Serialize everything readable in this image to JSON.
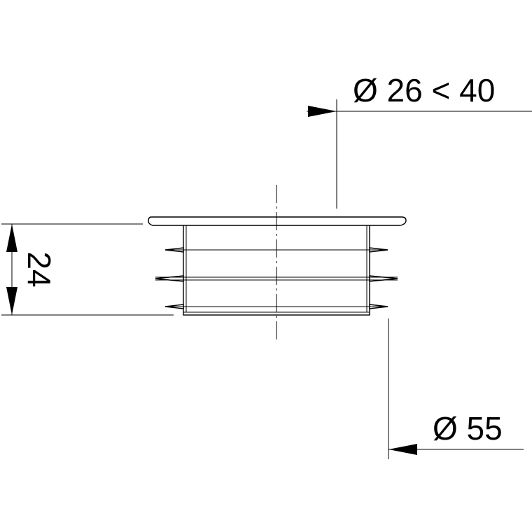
{
  "dimensions": {
    "inner_diameter": "Ø 26 < 40",
    "height": "24",
    "outer_diameter": "Ø 55"
  },
  "colors": {
    "line": "#000000",
    "background": "#ffffff"
  }
}
